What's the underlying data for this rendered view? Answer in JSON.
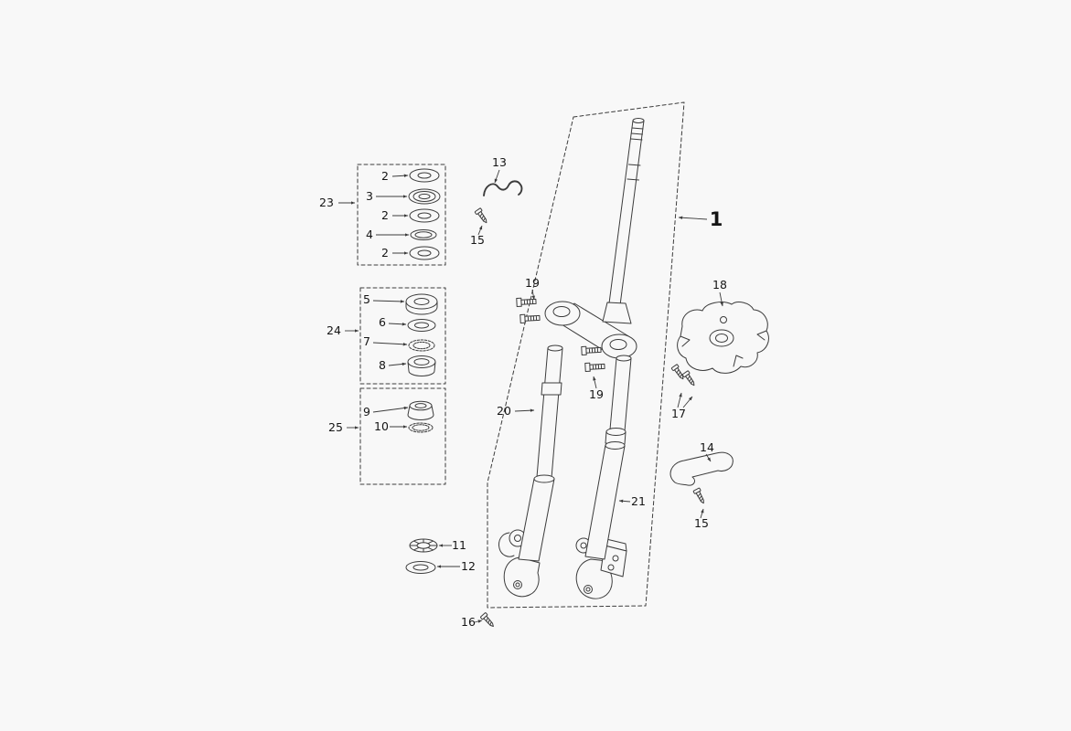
{
  "theme": {
    "background": "#f8f8f8",
    "line_color": "#3c3c3c",
    "text_color": "#151515"
  },
  "diagram": {
    "type": "exploded-parts-diagram",
    "subject": "front-fork-steering-assembly",
    "assembly": {
      "label": "1"
    },
    "groups": [
      {
        "label": "23",
        "item_labels": [
          "2",
          "3",
          "2",
          "4",
          "2"
        ]
      },
      {
        "label": "24",
        "item_labels": [
          "5",
          "6",
          "7",
          "8"
        ]
      },
      {
        "label": "25",
        "item_labels": [
          "9",
          "10"
        ]
      }
    ],
    "parts": {
      "bearing_lower": "11",
      "washer_lower": "12",
      "spring_clip": "13",
      "retaining_clip": "14",
      "screw_upper": "15",
      "screw_lower_right": "15",
      "screw_bottom": "16",
      "screw_pair": "17",
      "bracket_plate": "18",
      "clamp_bolts_upper": "19",
      "clamp_bolts_lower": "19",
      "fork_leg_left": "20",
      "fork_leg_right": "21"
    }
  }
}
